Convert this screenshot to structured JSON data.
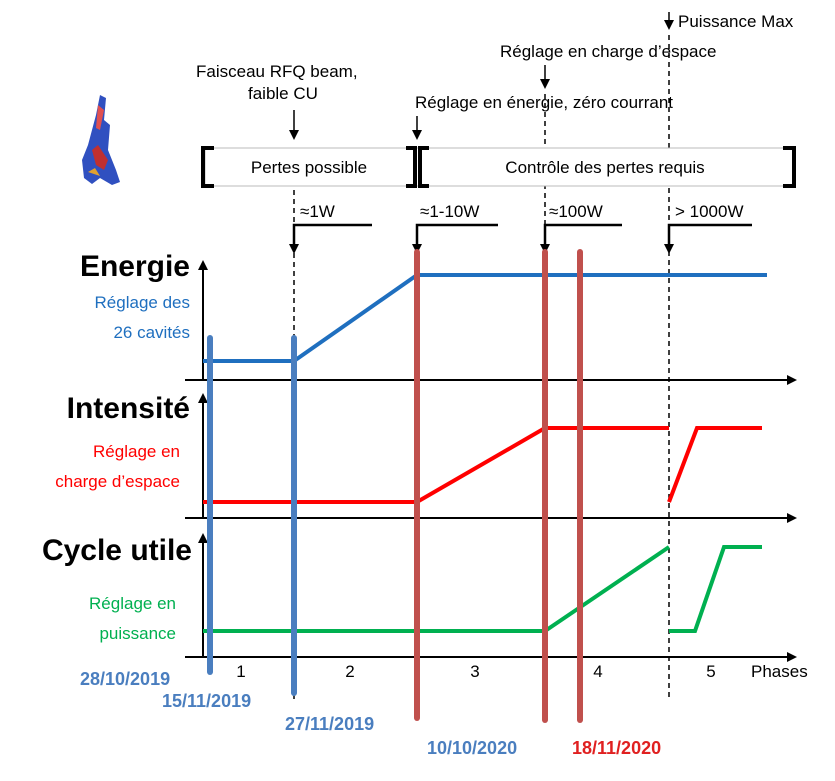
{
  "annotations": {
    "puissance_max": "Puissance Max",
    "reglage_charge": "Réglage en charge d’espace",
    "faisceau_line1": "Faisceau RFQ beam,",
    "faisceau_line2": "faible CU",
    "reglage_energie": "Réglage en énergie, zéro courrant"
  },
  "brackets": {
    "pertes_possible": "Pertes possible",
    "controle_pertes": "Contrôle des pertes requis"
  },
  "loss_thresholds": [
    "≈1W",
    "≈1-10W",
    "≈100W",
    "> 1000W"
  ],
  "panels": {
    "energie": {
      "title": "Energie",
      "subtitle_line1": "Réglage des",
      "subtitle_line2": "26 cavités",
      "color": "#1f6fbf"
    },
    "intensite": {
      "title": "Intensité",
      "subtitle_line1": "Réglage en",
      "subtitle_line2": "charge d’espace",
      "color": "#ff0000"
    },
    "cycle": {
      "title": "Cycle utile",
      "subtitle_line1": "Réglage en",
      "subtitle_line2": "puissance",
      "color": "#00b050"
    }
  },
  "phases": {
    "axis_label": "Phases",
    "numbers": [
      "1",
      "2",
      "3",
      "4",
      "5"
    ]
  },
  "milestones": [
    {
      "date": "28/10/2019",
      "color": "#4a7ebf"
    },
    {
      "date": "15/11/2019",
      "color": "#4a7ebf"
    },
    {
      "date": "27/11/2019",
      "color": "#4a7ebf"
    },
    {
      "date": "10/10/2020",
      "color": "#4a7ebf"
    },
    {
      "date": "18/11/2020",
      "color": "#e02020"
    }
  ],
  "colors": {
    "blue_marker": "#4a7ebf",
    "red_marker": "#c0504d",
    "energy_line": "#1f6fbf",
    "intensity_line": "#ff0000",
    "cycle_line": "#00b050"
  },
  "logo": "particle-beam-logo"
}
